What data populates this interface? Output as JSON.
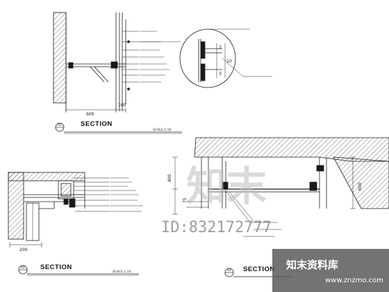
{
  "section_label": "SECTION",
  "detail_1": {
    "marker": "01",
    "scale": "SCALE 1:10",
    "dim_width": "600",
    "dim_offset": "100",
    "callout_dims": [
      "3",
      "10",
      "3"
    ]
  },
  "detail_2": {
    "marker": "02",
    "scale": "SCALE 1:10",
    "dim_width": "200"
  },
  "detail_3": {
    "marker": "03",
    "dim_height": "400",
    "dim_total": "600",
    "dim_small": "75"
  },
  "watermark": {
    "id_text": "ID:832172777",
    "cn_text": "知末",
    "brand_cn": "知末资料库",
    "brand_url": "www.znzmo.com"
  },
  "colors": {
    "line": "#1a1a1a",
    "hatch": "#333333",
    "brand_bg": "#5a5a5a"
  }
}
